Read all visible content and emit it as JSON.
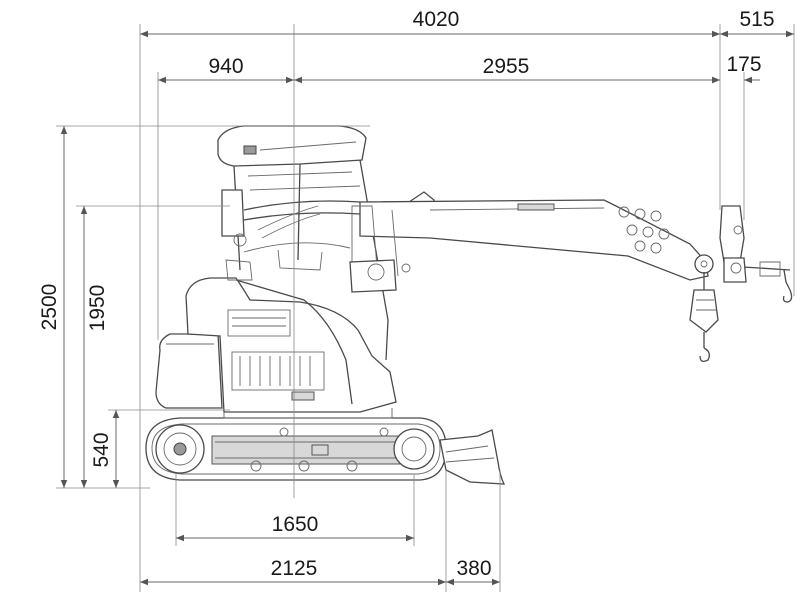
{
  "dimensions": {
    "overall_length": "4020",
    "hook_offset": "515",
    "rear_to_slew": "940",
    "slew_to_boom_tip": "2955",
    "hook_inner_offset": "175",
    "overall_height": "2500",
    "boom_pivot_height": "1950",
    "track_height": "540",
    "track_tumbler_length": "1650",
    "track_length": "2125",
    "blade_length": "380"
  },
  "colors": {
    "line": "#4a4a4a",
    "dimension": "#6a6a6a",
    "text": "#1a1a1a"
  }
}
